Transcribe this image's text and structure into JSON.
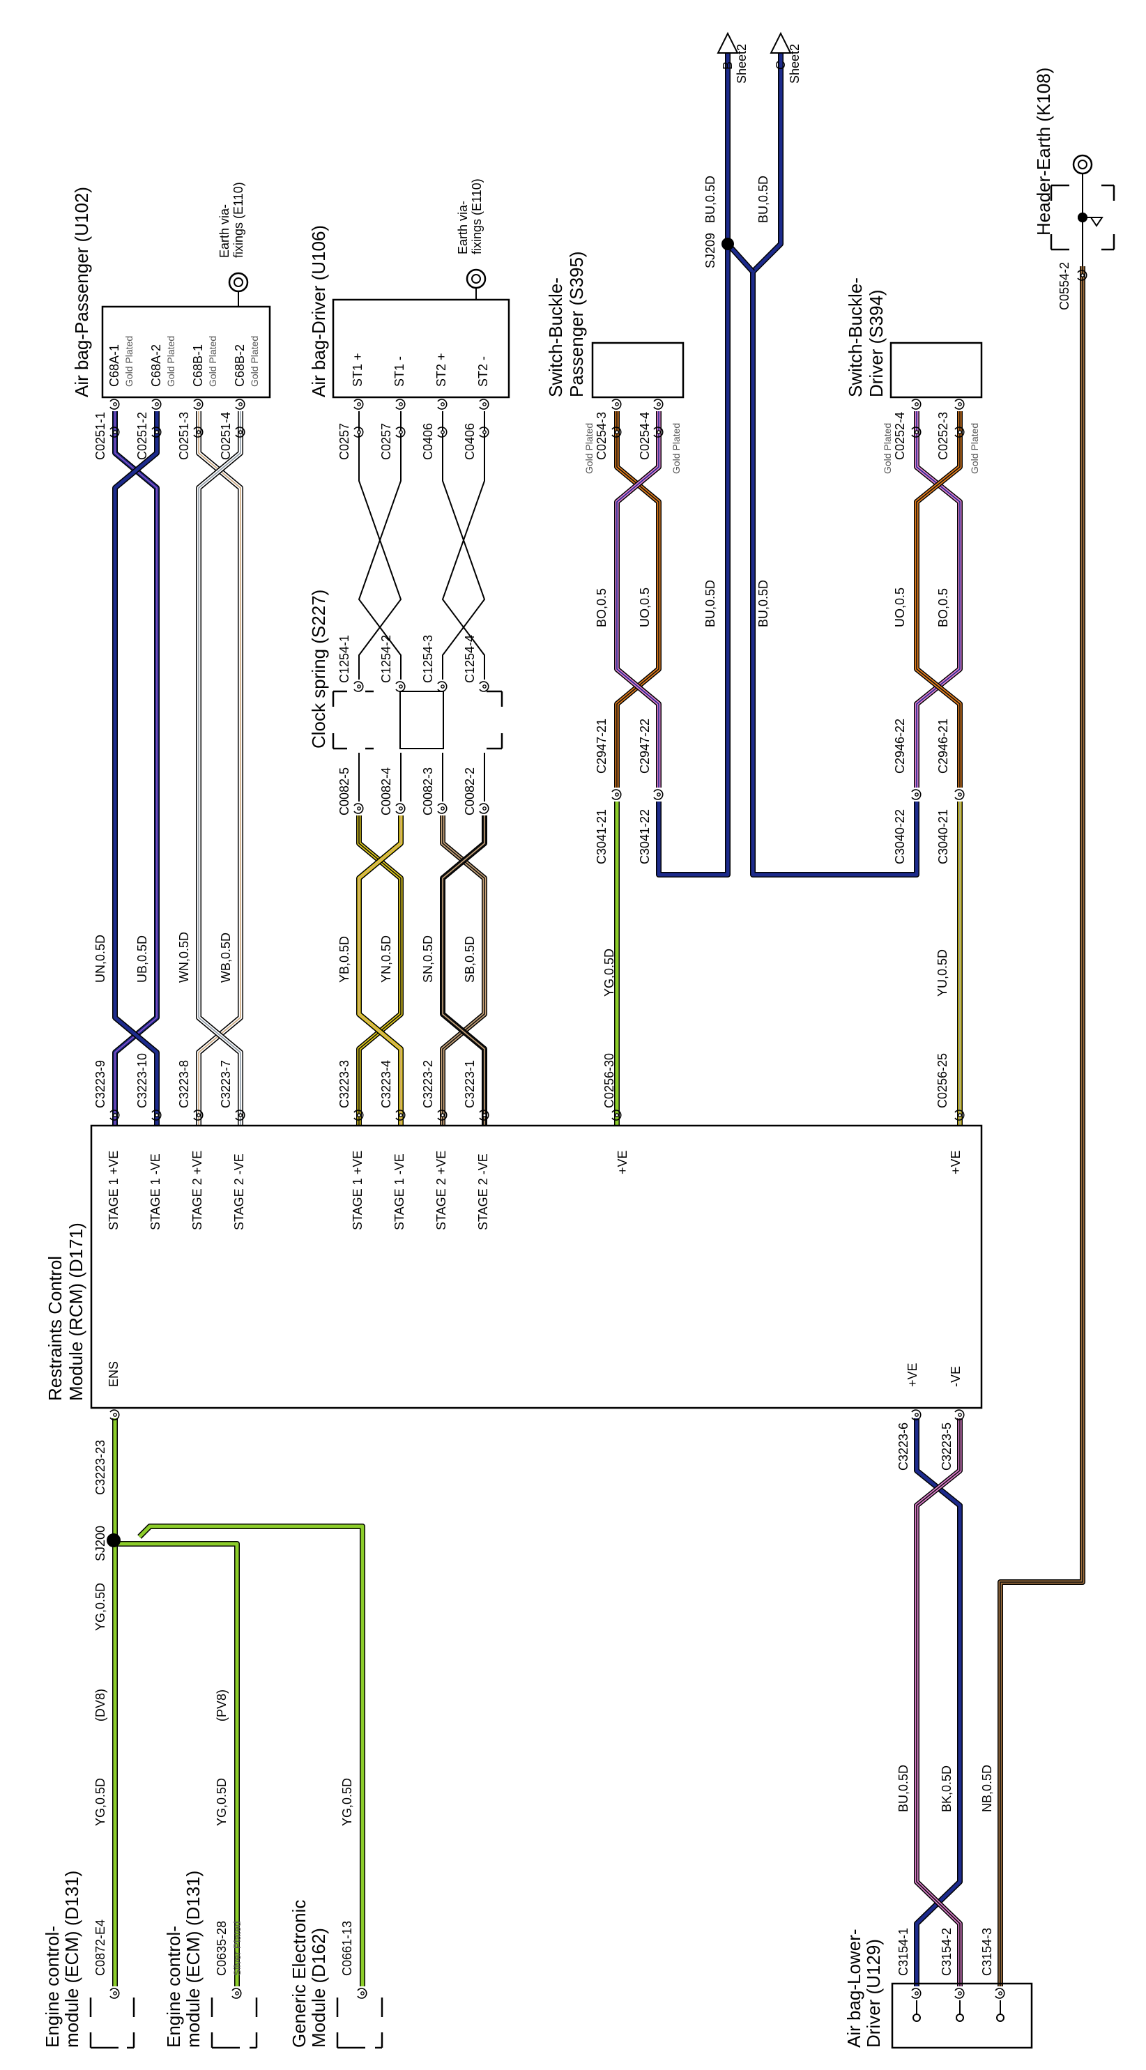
{
  "components": {
    "rcm": {
      "name_line1": "Restraints Control",
      "name_line2": "Module (RCM) (D171)"
    },
    "ab_pass": {
      "name": "Air bag-Passenger (U102)"
    },
    "ab_drv": {
      "name": "Air bag-Driver (U106)"
    },
    "clock": {
      "name": "Clock spring (S227)"
    },
    "sbp": {
      "name_line1": "Switch-Buckle-",
      "name_line2": "Passenger (S395)"
    },
    "sbd": {
      "name_line1": "Switch-Buckle-",
      "name_line2": "Driver (S394)"
    },
    "ecm1": {
      "name_line1": "Engine control-",
      "name_line2": "module (ECM) (D131)"
    },
    "ecm2": {
      "name_line1": "Engine control-",
      "name_line2": "module (ECM) (D131)"
    },
    "gem": {
      "name_line1": "Generic Electronic",
      "name_line2": "Module (D162)"
    },
    "ablow": {
      "name_line1": "Air bag-Lower-",
      "name_line2": "Driver (U129)"
    },
    "hdr": {
      "name": "Header-Earth (K108)"
    }
  },
  "earths": {
    "label_line1": "Earth via-",
    "label_line2": "fixings (E110)"
  },
  "rcm_pins": {
    "p1": "STAGE 1 +VE",
    "p2": "STAGE 1 -VE",
    "p3": "STAGE 2 +VE",
    "p4": "STAGE 2 -VE",
    "p5": "STAGE 1 +VE",
    "p6": "STAGE 1 -VE",
    "p7": "STAGE 2 +VE",
    "p8": "STAGE 2 -VE",
    "p9": "+VE",
    "p10": "+VE",
    "ens": "ENS",
    "lpve": "+VE",
    "lnve": "-VE"
  },
  "drv_pins": {
    "p1": "ST1 +",
    "p2": "ST1 -",
    "p3": "ST2 +",
    "p4": "ST2 -"
  },
  "connectors": {
    "c1": "C3223-9",
    "c2": "C3223-10",
    "c3": "C3223-8",
    "c4": "C3223-7",
    "c5": "C3223-3",
    "c6": "C3223-4",
    "c7": "C3223-2",
    "c8": "C3223-1",
    "c9": "C0256-30",
    "c10": "C0256-25",
    "c11": "C0251-1",
    "c12": "C0251-2",
    "c13": "C0251-3",
    "c14": "C0251-4",
    "c15": "C68A-1",
    "c16": "C68A-2",
    "c17": "C68B-1",
    "c18": "C68B-2",
    "c19": "C0257",
    "c20": "C0257",
    "c21": "C0406",
    "c22": "C0406",
    "c23": "C1254-1",
    "c24": "C1254-2",
    "c25": "C1254-3",
    "c26": "C1254-4",
    "c27": "C0082-5",
    "c28": "C0082-4",
    "c29": "C0082-3",
    "c30": "C0082-2",
    "c31": "C0254-3",
    "c32": "C0254-4",
    "c33": "C2947-21",
    "c34": "C2947-22",
    "c35": "C3041-21",
    "c36": "C3041-22",
    "c37": "C0252-4",
    "c38": "C0252-3",
    "c39": "C2946-22",
    "c40": "C2946-21",
    "c41": "C3040-22",
    "c42": "C3040-21",
    "c43": "C3223-23",
    "c44": "C3223-6",
    "c45": "C3223-5",
    "c46": "C0872-E4",
    "c47": "C0635-28",
    "c48": "C0661-13",
    "c49": "C3154-1",
    "c50": "C3154-2",
    "c51": "C3154-3",
    "c52": "C0554-2"
  },
  "plating": {
    "gold": "Gold Plated",
    "silver": "Silver Plated"
  },
  "wires": {
    "w1": "UN,0.5D",
    "w2": "UB,0.5D",
    "w3": "WN,0.5D",
    "w4": "WB,0.5D",
    "w5": "YB,0.5D",
    "w6": "YN,0.5D",
    "w7": "SN,0.5D",
    "w8": "SB,0.5D",
    "w9": "YG,0.5D",
    "w10": "YU,0.5D",
    "w11": "BO,0.5",
    "w12": "UO,0.5",
    "w13": "UO,0.5",
    "w14": "BO,0.5",
    "w15": "BU,0.5D",
    "w16": "BU,0.5D",
    "w17": "BU,0.5D",
    "w18": "BU,0.5D",
    "w19": "YG,0.5D",
    "w20": "YG,0.5D",
    "w21": "YG,0.5D",
    "w22": "YG,0.5D",
    "w23": "BU,0.5D",
    "w24": "BK,0.5D",
    "w25": "NB,0.5D"
  },
  "splices": {
    "sj209": "SJ209",
    "sj200": "SJ200",
    "dv8": "(DV8)",
    "pv8": "(PV8)"
  },
  "offsheet": {
    "b": "B",
    "c": "C",
    "sheet": "Sheet2"
  },
  "colors": {
    "blue": "#1d2b8c",
    "violet": "#8c52c6",
    "brown": "#a0703e",
    "tan": "#c9a47a",
    "yellow": "#e8d11a",
    "green": "#8ccd2a",
    "orange": "#e87f1c",
    "pink": "#e27fcf",
    "black": "#111111",
    "slate": "#8d9aa6"
  }
}
